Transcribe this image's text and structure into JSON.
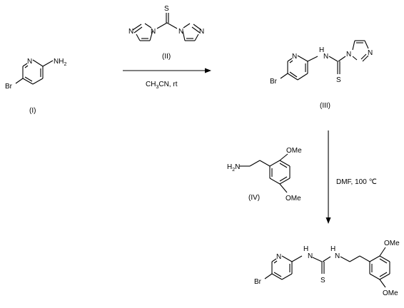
{
  "reaction_scheme": {
    "compounds": {
      "I": {
        "label": "(I)",
        "atoms": {
          "bromo": "Br",
          "ring_n": "N",
          "amine": "NH",
          "amine_h_count": "2"
        }
      },
      "II": {
        "label": "(II)",
        "atoms": {
          "thione": "S",
          "im1_n1": "N",
          "im1_n3": "N",
          "im2_n1": "N",
          "im2_n3": "N"
        }
      },
      "III": {
        "label": "(III)",
        "atoms": {
          "bromo": "Br",
          "ring_n": "N",
          "nh_n": "N",
          "nh_h": "H",
          "im_n1": "N",
          "im_n3": "N",
          "thione": "S"
        }
      },
      "IV": {
        "label": "(IV)",
        "atoms": {
          "amine": "H",
          "amine_h_count": "2",
          "amine_n": "N",
          "ome_top": "OMe",
          "ome_bottom": "OMe"
        }
      },
      "product": {
        "atoms": {
          "bromo": "Br",
          "ring_n": "N",
          "nh1_n": "N",
          "nh1_h": "H",
          "nh2_n": "N",
          "nh2_h": "H",
          "thione": "S",
          "ome_top": "OMe",
          "ome_bottom": "OMe"
        }
      }
    },
    "step1": {
      "conditions_pre": "CH",
      "conditions_sub": "3",
      "conditions_post": "CN, rt"
    },
    "step2": {
      "conditions": "DMF, 100 ℃"
    }
  }
}
